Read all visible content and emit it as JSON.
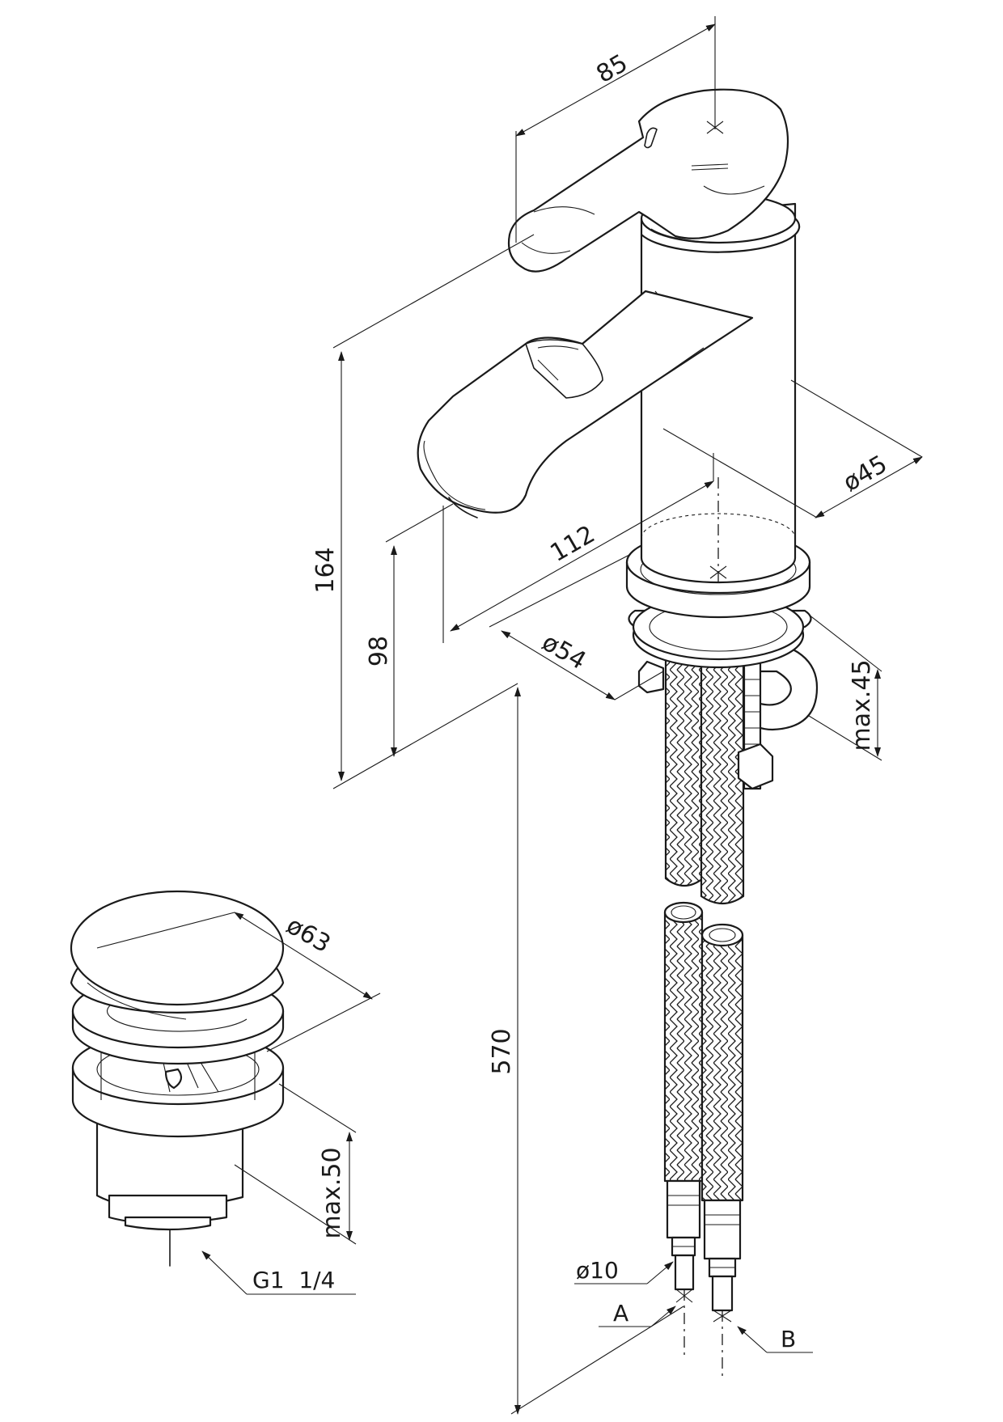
{
  "dimensions": {
    "handle_length": "85",
    "body_diameter": "ø45",
    "total_height": "164",
    "spout_height": "98",
    "spout_reach": "112",
    "base_diameter": "ø54",
    "max_deck_thickness_mixer": "max.45",
    "hose_length": "570",
    "hose_diameter": "ø10",
    "waste_diameter": "ø63",
    "max_deck_thickness_waste": "max.50",
    "waste_thread": "G1  1/4"
  },
  "labels": {
    "hose_a": "A",
    "hose_b": "B"
  },
  "colors": {
    "line": "#1a1a1a",
    "background": "#ffffff"
  }
}
